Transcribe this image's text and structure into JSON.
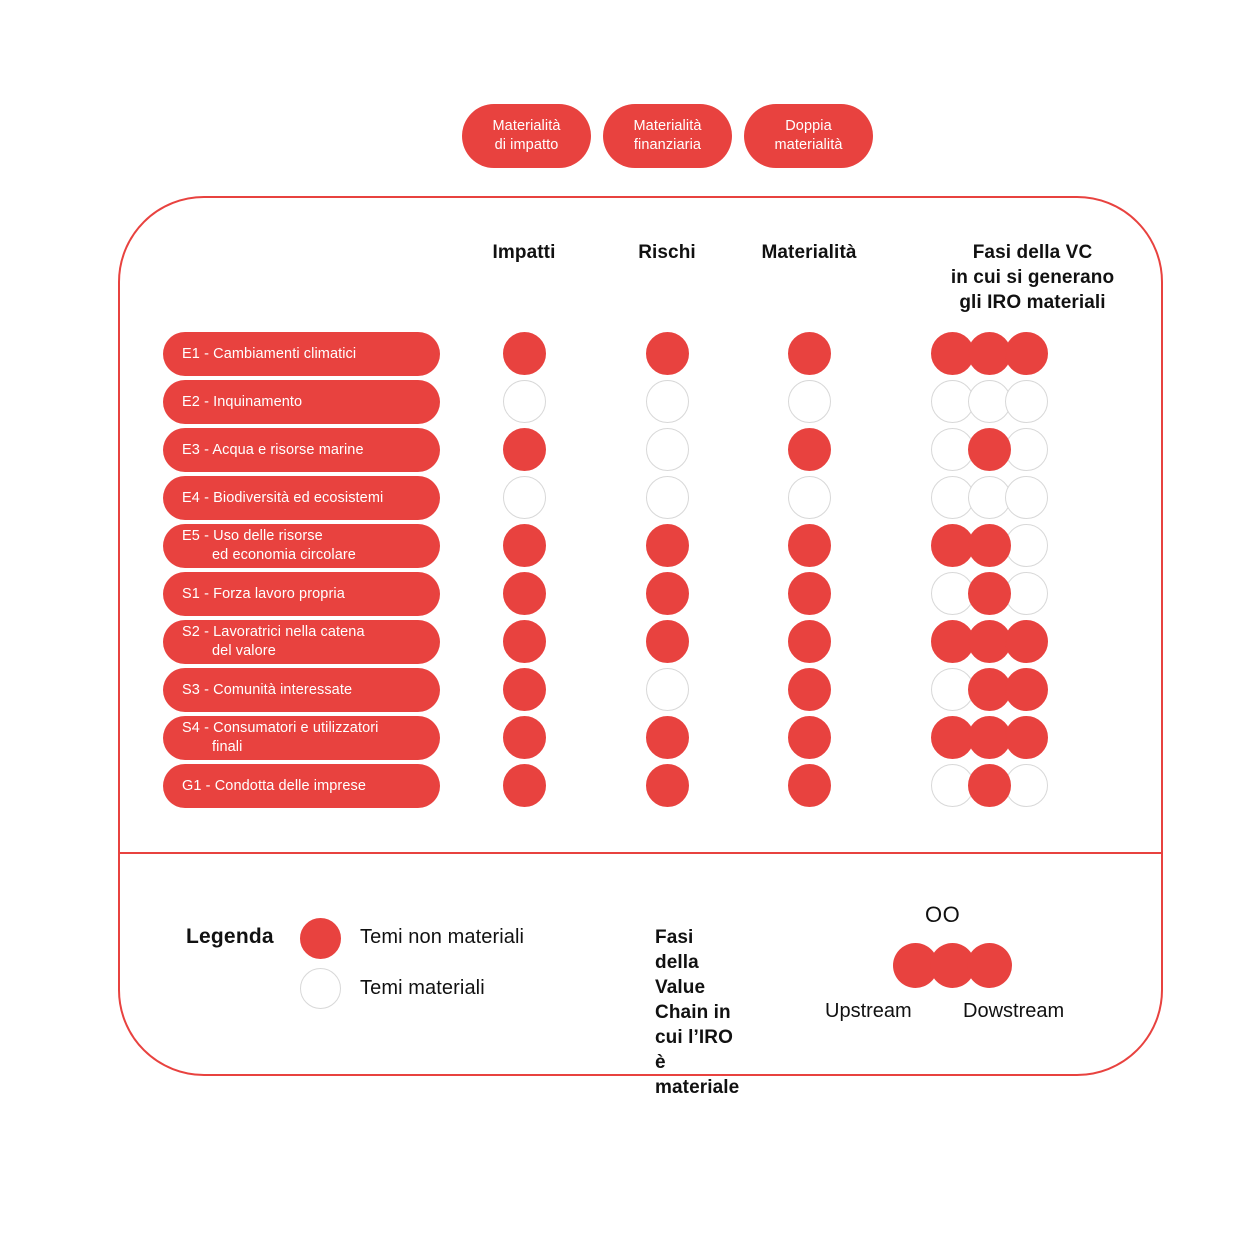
{
  "top_tabs": [
    {
      "name": "materialita-di-impatto",
      "line1": "Materialità",
      "line2": "di impatto"
    },
    {
      "name": "materialita-finanziaria",
      "line1": "Materialità",
      "line2": "finanziaria"
    },
    {
      "name": "doppia-materialita",
      "line1": "Doppia",
      "line2": "materialità"
    }
  ],
  "columns": {
    "impatti": "Impatti",
    "rischi": "Rischi",
    "materialita": "Materialità",
    "vc_line1": "Fasi della VC",
    "vc_line2": "in cui si generano",
    "vc_line3": "gli IRO materiali"
  },
  "colors": {
    "accent": "#E8423F",
    "empty_stroke": "#D8D8D8",
    "text": "#111111",
    "background": "#FFFFFF"
  },
  "chart_data": {
    "type": "table",
    "title": "Doppia materialità - IRO per tema ESRS",
    "categories": [
      "E1 - Cambiamenti climatici",
      "E2 - Inquinamento",
      "E3 - Acqua e risorse marine",
      "E4 - Biodiversità ed ecosistemi",
      "E5 - Uso delle risorse ed economia circolare",
      "S1 - Forza lavoro propria",
      "S2 - Lavoratrici nella catena del valore",
      "S3 - Comunità interessate",
      "S4 - Consumatori e utilizzatori finali",
      "G1 - Condotta delle imprese"
    ],
    "series": [
      {
        "name": "Impatti",
        "values": [
          1,
          0,
          1,
          0,
          1,
          1,
          1,
          1,
          1,
          1
        ]
      },
      {
        "name": "Rischi",
        "values": [
          1,
          0,
          0,
          0,
          1,
          1,
          1,
          0,
          1,
          1
        ]
      },
      {
        "name": "Materialità",
        "values": [
          1,
          0,
          1,
          0,
          1,
          1,
          1,
          1,
          1,
          1
        ]
      },
      {
        "name": "Fasi della VC - Upstream",
        "values": [
          1,
          0,
          0,
          0,
          1,
          0,
          1,
          0,
          1,
          0
        ]
      },
      {
        "name": "Fasi della VC - Own Operations",
        "values": [
          1,
          0,
          1,
          0,
          1,
          1,
          1,
          1,
          1,
          1
        ]
      },
      {
        "name": "Fasi della VC - Downstream",
        "values": [
          1,
          0,
          0,
          0,
          0,
          0,
          1,
          1,
          1,
          0
        ]
      }
    ],
    "legend": [
      "Temi non materiali",
      "Temi materiali"
    ],
    "grid": false,
    "legend_position": "bottom"
  },
  "rows": [
    {
      "name": "e1",
      "line1": "E1 - Cambiamenti climatici",
      "line2": "",
      "impatti": 1,
      "rischi": 1,
      "materialita": 1,
      "vc": [
        1,
        1,
        1
      ]
    },
    {
      "name": "e2",
      "line1": "E2 - Inquinamento",
      "line2": "",
      "impatti": 0,
      "rischi": 0,
      "materialita": 0,
      "vc": [
        0,
        0,
        0
      ]
    },
    {
      "name": "e3",
      "line1": "E3 - Acqua e risorse marine",
      "line2": "",
      "impatti": 1,
      "rischi": 0,
      "materialita": 1,
      "vc": [
        0,
        1,
        0
      ]
    },
    {
      "name": "e4",
      "line1": "E4 - Biodiversità ed ecosistemi",
      "line2": "",
      "impatti": 0,
      "rischi": 0,
      "materialita": 0,
      "vc": [
        0,
        0,
        0
      ]
    },
    {
      "name": "e5",
      "line1": "E5 - Uso delle risorse",
      "line2": "ed economia circolare",
      "impatti": 1,
      "rischi": 1,
      "materialita": 1,
      "vc": [
        1,
        1,
        0
      ]
    },
    {
      "name": "s1",
      "line1": "S1 - Forza lavoro propria",
      "line2": "",
      "impatti": 1,
      "rischi": 1,
      "materialita": 1,
      "vc": [
        0,
        1,
        0
      ]
    },
    {
      "name": "s2",
      "line1": "S2 - Lavoratrici nella catena",
      "line2": "del valore",
      "impatti": 1,
      "rischi": 1,
      "materialita": 1,
      "vc": [
        1,
        1,
        1
      ]
    },
    {
      "name": "s3",
      "line1": "S3 - Comunità interessate",
      "line2": "",
      "impatti": 1,
      "rischi": 0,
      "materialita": 1,
      "vc": [
        0,
        1,
        1
      ]
    },
    {
      "name": "s4",
      "line1": "S4 - Consumatori e utilizzatori",
      "line2": "finali",
      "impatti": 1,
      "rischi": 1,
      "materialita": 1,
      "vc": [
        1,
        1,
        1
      ]
    },
    {
      "name": "g1",
      "line1": "G1 - Condotta delle imprese",
      "line2": "",
      "impatti": 1,
      "rischi": 1,
      "materialita": 1,
      "vc": [
        0,
        1,
        0
      ]
    }
  ],
  "legend": {
    "title": "Legenda",
    "items": [
      {
        "state": "filled",
        "label": "Temi non materiali"
      },
      {
        "state": "empty",
        "label": "Temi materiali"
      }
    ],
    "vc_title_line1": "Fasi della Value",
    "vc_title_line2": "Chain in cui l’IRO",
    "vc_title_line3": "è materiale",
    "vc_own_operations": "OO",
    "vc_upstream": "Upstream",
    "vc_downstream": "Dowstream"
  }
}
